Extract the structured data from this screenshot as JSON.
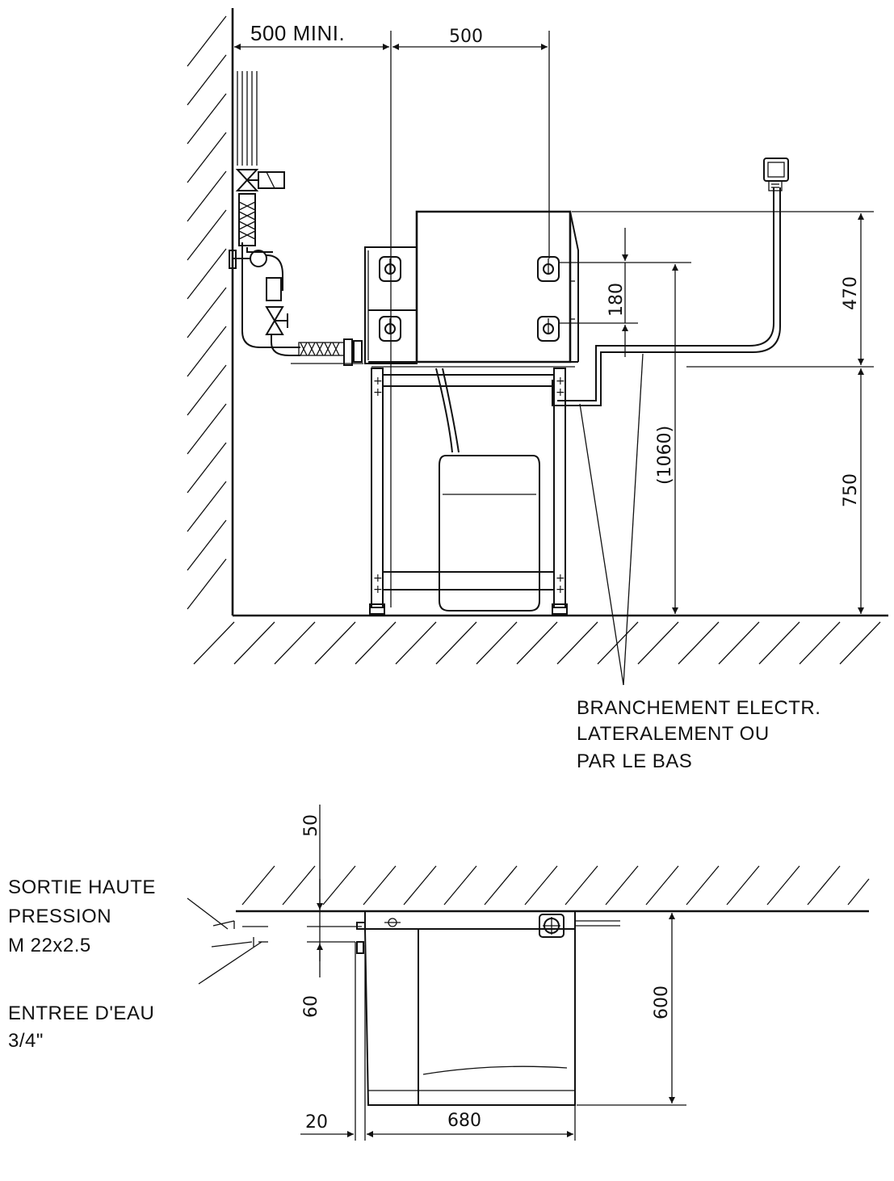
{
  "elevation": {
    "dim_clearance": "500 MINI.",
    "dim_hole_spacing": "500",
    "dim_hole_vertical": "180",
    "dim_unit_height": "470",
    "dim_stand_height": "750",
    "dim_total_height": "(1060)",
    "electrical_note": [
      "BRANCHEMENT ELECTR.",
      "LATERALEMENT OU",
      "PAR LE BAS"
    ]
  },
  "plan": {
    "dim_wall_gap_top": "50",
    "dim_wall_gap_bottom": "60",
    "dim_depth": "600",
    "dim_side_offset": "20",
    "dim_width": "680",
    "outlet_note": [
      "SORTIE HAUTE",
      "PRESSION",
      "M 22x2.5"
    ],
    "inlet_note": [
      "ENTREE D'EAU",
      "3/4\""
    ]
  }
}
